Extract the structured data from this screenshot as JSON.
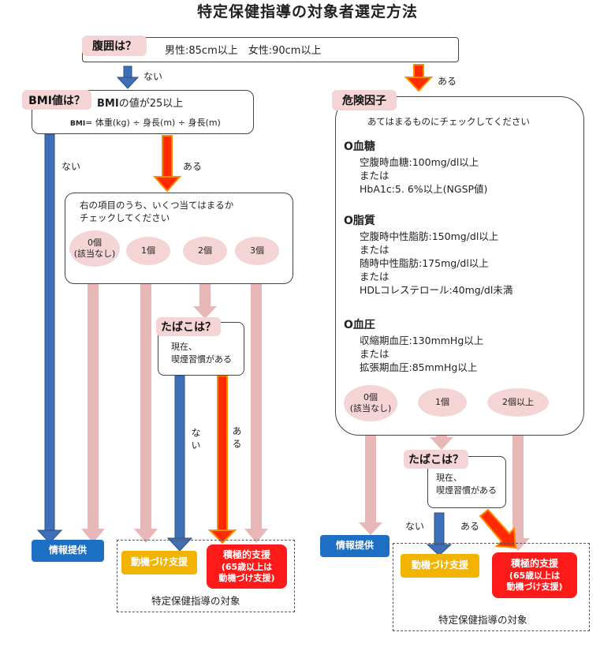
{
  "title": "特定保健指導の対象者選定方法",
  "waist": {
    "question": "腹囲は？",
    "criteria": "男性:85cm以上　女性:90cm以上",
    "no_label": "ない",
    "yes_label": "ある"
  },
  "bmi": {
    "question": "BMI値は？",
    "criteria_prefix": "BMI",
    "criteria_suffix": "の値が25以上",
    "formula_prefix": "BMI",
    "formula": "= 体重(kg) ÷ 身長(m) ÷ 身長(m)",
    "no_label": "ない",
    "yes_label": "ある"
  },
  "left_check": {
    "prompt_line1": "右の項目のうち、いくつ当てはまるか",
    "prompt_line2": "チェックしてください",
    "options": [
      "0個",
      "(該当なし)",
      "1個",
      "2個",
      "3個"
    ]
  },
  "smoking_left": {
    "question": "たばこは？",
    "line1": "現在、",
    "line2": "喫煙習慣がある",
    "no_label": "ない",
    "yes_label": "ある"
  },
  "risk": {
    "header": "危険因子",
    "instruction": "あてはまるものにチェックしてください",
    "sections": [
      {
        "title": "O血糖",
        "lines": [
          "空腹時血糖:100mg/dl以上",
          "または",
          "HbA1c:5. 6%以上(NGSP値)"
        ]
      },
      {
        "title": "O脂質",
        "lines": [
          "空腹時中性脂肪:150mg/dl以上",
          "または",
          "随時中性脂肪:175mg/dl以上",
          "または",
          "HDLコレステロール:40mg/dl未満"
        ]
      },
      {
        "title": "O血圧",
        "lines": [
          "収縮期血圧:130mmHg以上",
          "または",
          "拡張期血圧:85mmHg以上"
        ]
      }
    ],
    "options": [
      "0個",
      "(該当なし)",
      "1個",
      "2個以上"
    ]
  },
  "smoking_right": {
    "question": "たばこは？",
    "line1": "現在、",
    "line2": "喫煙習慣がある",
    "no_label": "ない",
    "yes_label": "ある"
  },
  "outcomes": {
    "info": "情報提供",
    "motivation": "動機づけ支援",
    "active_line1": "積極的支援",
    "active_line2": "(65歳以上は",
    "active_line3": "動機づけ支援)",
    "target_caption": "特定保健指導の対象"
  }
}
